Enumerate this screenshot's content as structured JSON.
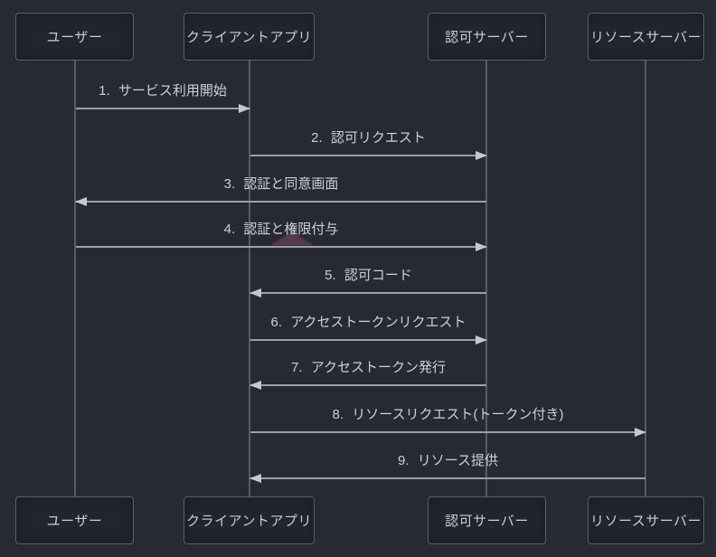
{
  "diagram": {
    "kind": "sequence-diagram",
    "language": "ja",
    "actors": [
      {
        "id": "user",
        "name": "ユーザー"
      },
      {
        "id": "client-app",
        "name": "クライアントアプリ"
      },
      {
        "id": "auth-server",
        "name": "認可サーバー"
      },
      {
        "id": "resource-server",
        "name": "リソースサーバー"
      }
    ],
    "messages": [
      {
        "order": 1,
        "text": "1. サービス利用開始",
        "from": "ユーザー",
        "to": "クライアントアプリ",
        "arrow": "solid-right"
      },
      {
        "order": 2,
        "text": "2. 認可リクエスト",
        "from": "クライアントアプリ",
        "to": "認可サーバー",
        "arrow": "solid-right"
      },
      {
        "order": 3,
        "text": "3. 認証と同意画面",
        "from": "認可サーバー",
        "to": "ユーザー",
        "arrow": "solid-left"
      },
      {
        "order": 4,
        "text": "4. 認証と権限付与",
        "from": "ユーザー",
        "to": "認可サーバー",
        "arrow": "solid-right"
      },
      {
        "order": 5,
        "text": "5. 認可コード",
        "from": "認可サーバー",
        "to": "クライアントアプリ",
        "arrow": "solid-left"
      },
      {
        "order": 6,
        "text": "6. アクセストークンリクエスト",
        "from": "クライアントアプリ",
        "to": "認可サーバー",
        "arrow": "solid-right"
      },
      {
        "order": 7,
        "text": "7. アクセストークン発行",
        "from": "認可サーバー",
        "to": "クライアントアプリ",
        "arrow": "solid-left"
      },
      {
        "order": 8,
        "text": "8. リソースリクエスト(トークン付き)",
        "from": "クライアントアプリ",
        "to": "リソースサーバー",
        "arrow": "solid-right"
      },
      {
        "order": 9,
        "text": "9. リソース提供",
        "from": "リソースサーバー",
        "to": "クライアントアプリ",
        "arrow": "solid-left"
      }
    ],
    "colors": {
      "background": "#262a31",
      "actor_fill": "#22262c",
      "actor_border": "#596069",
      "text": "#c8ccd3",
      "lifeline": "#565d67",
      "arrow_line": "#99a0a8",
      "arrow_head": "#c4c9d0",
      "artifact_triangle": "#804855"
    }
  }
}
